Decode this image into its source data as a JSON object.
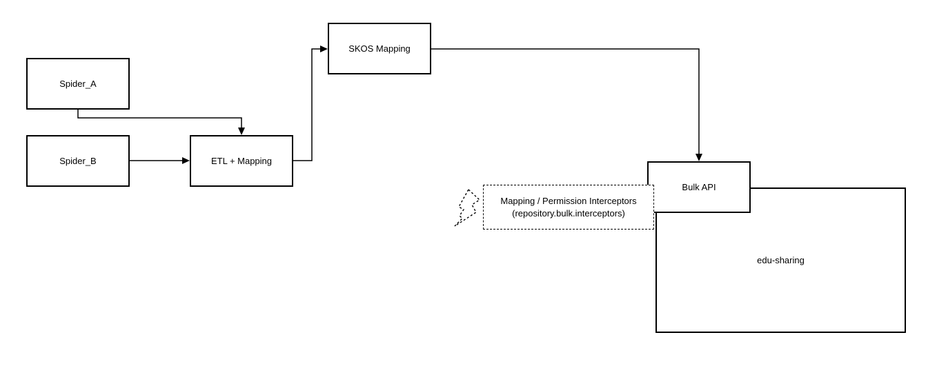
{
  "diagram": {
    "background_color": "#ffffff",
    "stroke_color": "#000000",
    "text_color": "#000000",
    "nodes": {
      "spider_a": {
        "label": "Spider_A",
        "shape": "rectangle"
      },
      "spider_b": {
        "label": "Spider_B",
        "shape": "rectangle"
      },
      "etl_mapping": {
        "label": "ETL + Mapping",
        "shape": "rectangle"
      },
      "skos_mapping": {
        "label": "SKOS Mapping",
        "shape": "rectangle"
      },
      "bulk_api": {
        "label": "Bulk API",
        "shape": "rectangle"
      },
      "edu_sharing": {
        "label": "edu-sharing",
        "shape": "rectangle"
      },
      "interceptors": {
        "label_line1": "Mapping / Permission Interceptors",
        "label_line2": "(repository.bulk.interceptors)",
        "shape": "rectangle",
        "border_style": "dashed"
      }
    },
    "icons": {
      "lightning": {
        "name": "lightning-bolt-icon",
        "style": "dashed-outline"
      }
    },
    "edges": [
      {
        "from": "Spider_A",
        "to": "ETL + Mapping",
        "arrow": "filled-triangle"
      },
      {
        "from": "Spider_B",
        "to": "ETL + Mapping",
        "arrow": "filled-triangle"
      },
      {
        "from": "ETL + Mapping",
        "to": "SKOS Mapping",
        "arrow": "filled-triangle"
      },
      {
        "from": "SKOS Mapping",
        "to": "Bulk API",
        "arrow": "filled-triangle"
      }
    ]
  }
}
